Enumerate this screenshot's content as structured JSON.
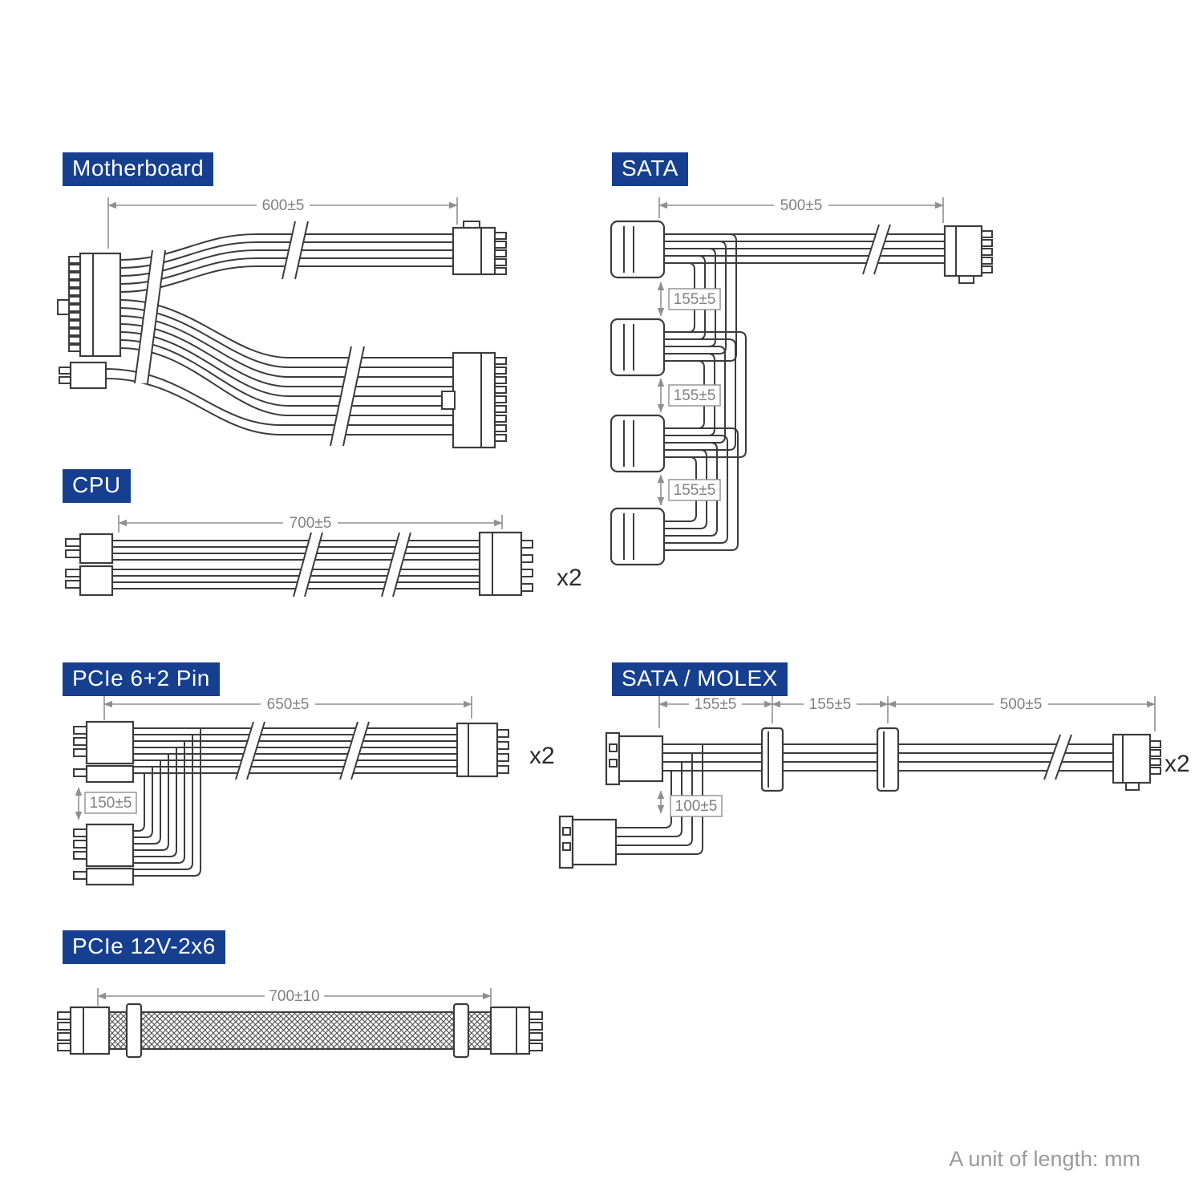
{
  "page": {
    "footer_note": "A unit of length: mm"
  },
  "colors": {
    "label-bg": "#163f8f",
    "label-text": "#ffffff",
    "line": "#3c3c3c",
    "dim": "#8f8f8f",
    "dim-text": "#808080"
  },
  "sections": {
    "motherboard": {
      "label": "Motherboard",
      "dim_length": "600±5"
    },
    "sata": {
      "label": "SATA",
      "dim_length": "500±5",
      "dim_seg1": "155±5",
      "dim_seg2": "155±5",
      "dim_seg3": "155±5"
    },
    "cpu": {
      "label": "CPU",
      "dim_length": "700±5",
      "multiplier": "x2"
    },
    "pcie": {
      "label": "PCIe 6+2 Pin",
      "dim_length": "650±5",
      "dim_seg": "150±5",
      "multiplier": "x2"
    },
    "sata_molex": {
      "label": "SATA / MOLEX",
      "dim_seg1": "155±5",
      "dim_seg2": "155±5",
      "dim_length": "500±5",
      "dim_branch": "100±5",
      "multiplier": "x2"
    },
    "pcie_12v2x6": {
      "label": "PCIe 12V-2x6",
      "dim_length": "700±10"
    }
  }
}
